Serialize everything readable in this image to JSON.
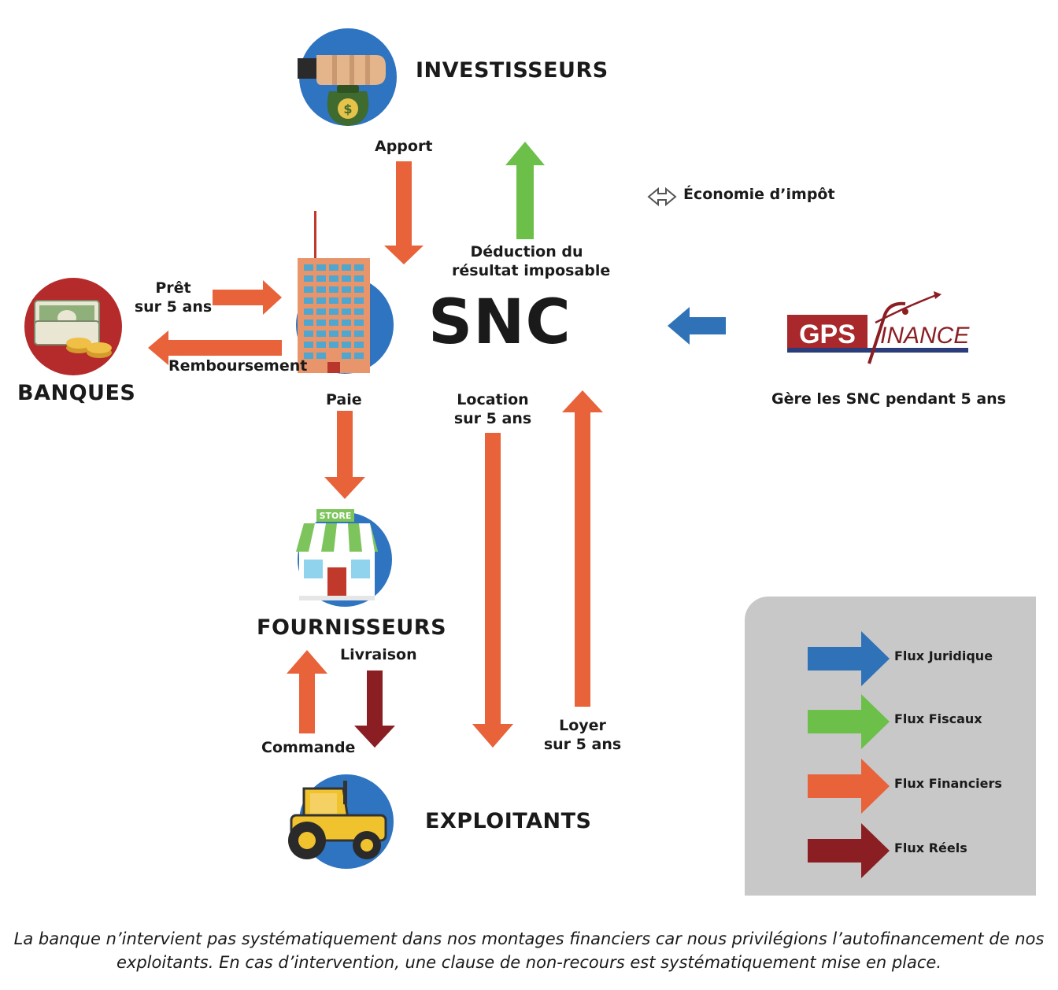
{
  "nodes": {
    "investisseurs": "INVESTISSEURS",
    "banques": "BANQUES",
    "snc": "SNC",
    "fournisseurs": "FOURNISSEURS",
    "exploitants": "EXPLOITANTS"
  },
  "flows": {
    "apport": "Apport",
    "deduction_line1": "Déduction du",
    "deduction_line2": "résultat imposable",
    "economie": "Économie d’impôt",
    "pret_line1": "Prêt",
    "pret_line2": "sur 5 ans",
    "remboursement": "Remboursement",
    "paie": "Paie",
    "location_line1": "Location",
    "location_line2": "sur 5 ans",
    "loyer_line1": "Loyer",
    "loyer_line2": "sur 5 ans",
    "livraison": "Livraison",
    "commande": "Commande",
    "gere": "Gère les SNC pendant 5 ans"
  },
  "logo": {
    "gps": "GPS",
    "finance": "INANCE"
  },
  "store_sign": "STORE",
  "coin_symbol": "$",
  "legend": [
    {
      "label": "Flux Juridique",
      "color": "#2f72b8"
    },
    {
      "label": "Flux Fiscaux",
      "color": "#6cc04a"
    },
    {
      "label": "Flux Financiers",
      "color": "#e8623a"
    },
    {
      "label": "Flux Réels",
      "color": "#8b1e22"
    }
  ],
  "caption_line1": "La banque n’intervient pas systématiquement dans nos montages financiers car nous privilégions l’autofinancement de nos",
  "caption_line2": "exploitants. En cas d’intervention, une clause de non-recours est systématiquement mise en place.",
  "colors": {
    "blue": "#2f72b8",
    "green": "#6cc04a",
    "orange": "#e8623a",
    "darkred": "#8b1e22",
    "circle_blue": "#2e74c0",
    "circle_red": "#b52a2a"
  }
}
